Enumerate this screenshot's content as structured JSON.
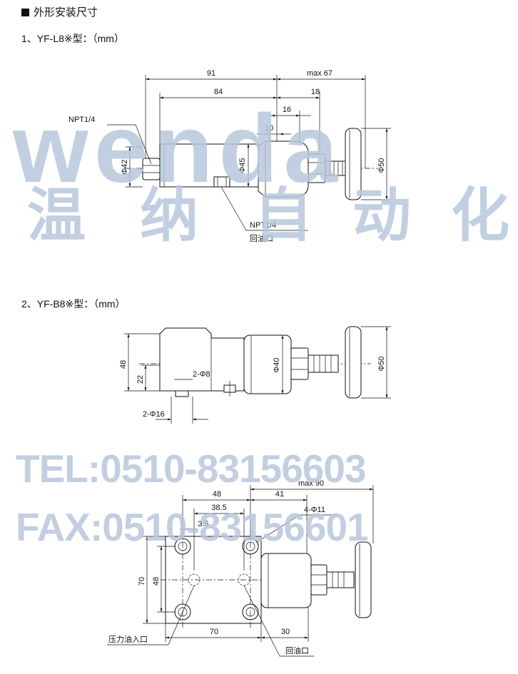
{
  "header": {
    "title": "外形安装尺寸"
  },
  "watermark": {
    "brand_latin": "wenda",
    "brand_cn": [
      "温",
      "纳",
      "自",
      "动",
      "化"
    ],
    "tel": "TEL:0510-83156603",
    "fax": "FAX:0510-83156601",
    "color": "#b8c7dc"
  },
  "section1": {
    "title": "1、YF-L8※型：（mm）",
    "dims": {
      "d91": "91",
      "dmax67": "max  67",
      "d84": "84",
      "d18": "18",
      "d16": "16",
      "d10": "10",
      "phi42": "Φ42",
      "phi45": "Φ45",
      "phi50": "Φ50"
    },
    "labels": {
      "npt_in": "NPT1/4",
      "npt_out": "NPT1/4",
      "return_port": "回油口"
    }
  },
  "section2": {
    "title": "2、YF-B8※型：（mm）",
    "dims": {
      "d48": "48",
      "d22": "22",
      "hole2phi8": "2-Φ8",
      "hole2phi16": "2-Φ16",
      "phi40": "Φ40",
      "phi50": "Φ50"
    }
  },
  "section3": {
    "dims": {
      "d48": "48",
      "d41": "41",
      "dmax90": "max  90",
      "d38_5": "38.5",
      "d3_5": "3.5",
      "hole4phi11": "4-Φ11",
      "d70v": "70",
      "d48v": "48",
      "d70h": "70",
      "d30": "30"
    },
    "labels": {
      "pressure_inlet": "压力油入口",
      "return_port": "回油口"
    }
  }
}
